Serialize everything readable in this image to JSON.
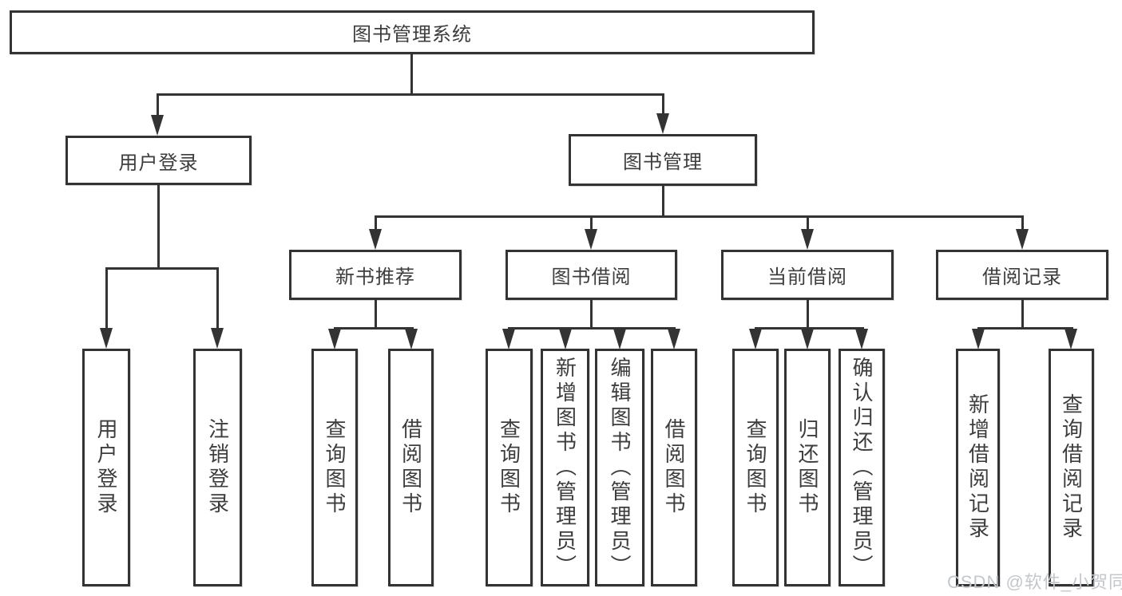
{
  "tree": {
    "label": "图书管理系统",
    "children": [
      {
        "label": "用户登录",
        "children": [
          {
            "label": "用户登录"
          },
          {
            "label": "注销登录"
          }
        ]
      },
      {
        "label": "图书管理",
        "children": [
          {
            "label": "新书推荐",
            "children": [
              {
                "label": "查询图书"
              },
              {
                "label": "借阅图书"
              }
            ]
          },
          {
            "label": "图书借阅",
            "children": [
              {
                "label": "查询图书"
              },
              {
                "label": "新增图书（管理员）"
              },
              {
                "label": "编辑图书（管理员）"
              },
              {
                "label": "借阅图书"
              }
            ]
          },
          {
            "label": "当前借阅",
            "children": [
              {
                "label": "查询图书"
              },
              {
                "label": "归还图书"
              },
              {
                "label": "确认归还（管理员）"
              }
            ]
          },
          {
            "label": "借阅记录",
            "children": [
              {
                "label": "新增借阅记录"
              },
              {
                "label": "查询借阅记录"
              }
            ]
          }
        ]
      }
    ]
  },
  "watermark": "CSDN @软件_小贺同学",
  "colors": {
    "line": "#333333",
    "text": "#3d3d3d",
    "watermark": "#c3c7cd",
    "background": "#ffffff"
  }
}
